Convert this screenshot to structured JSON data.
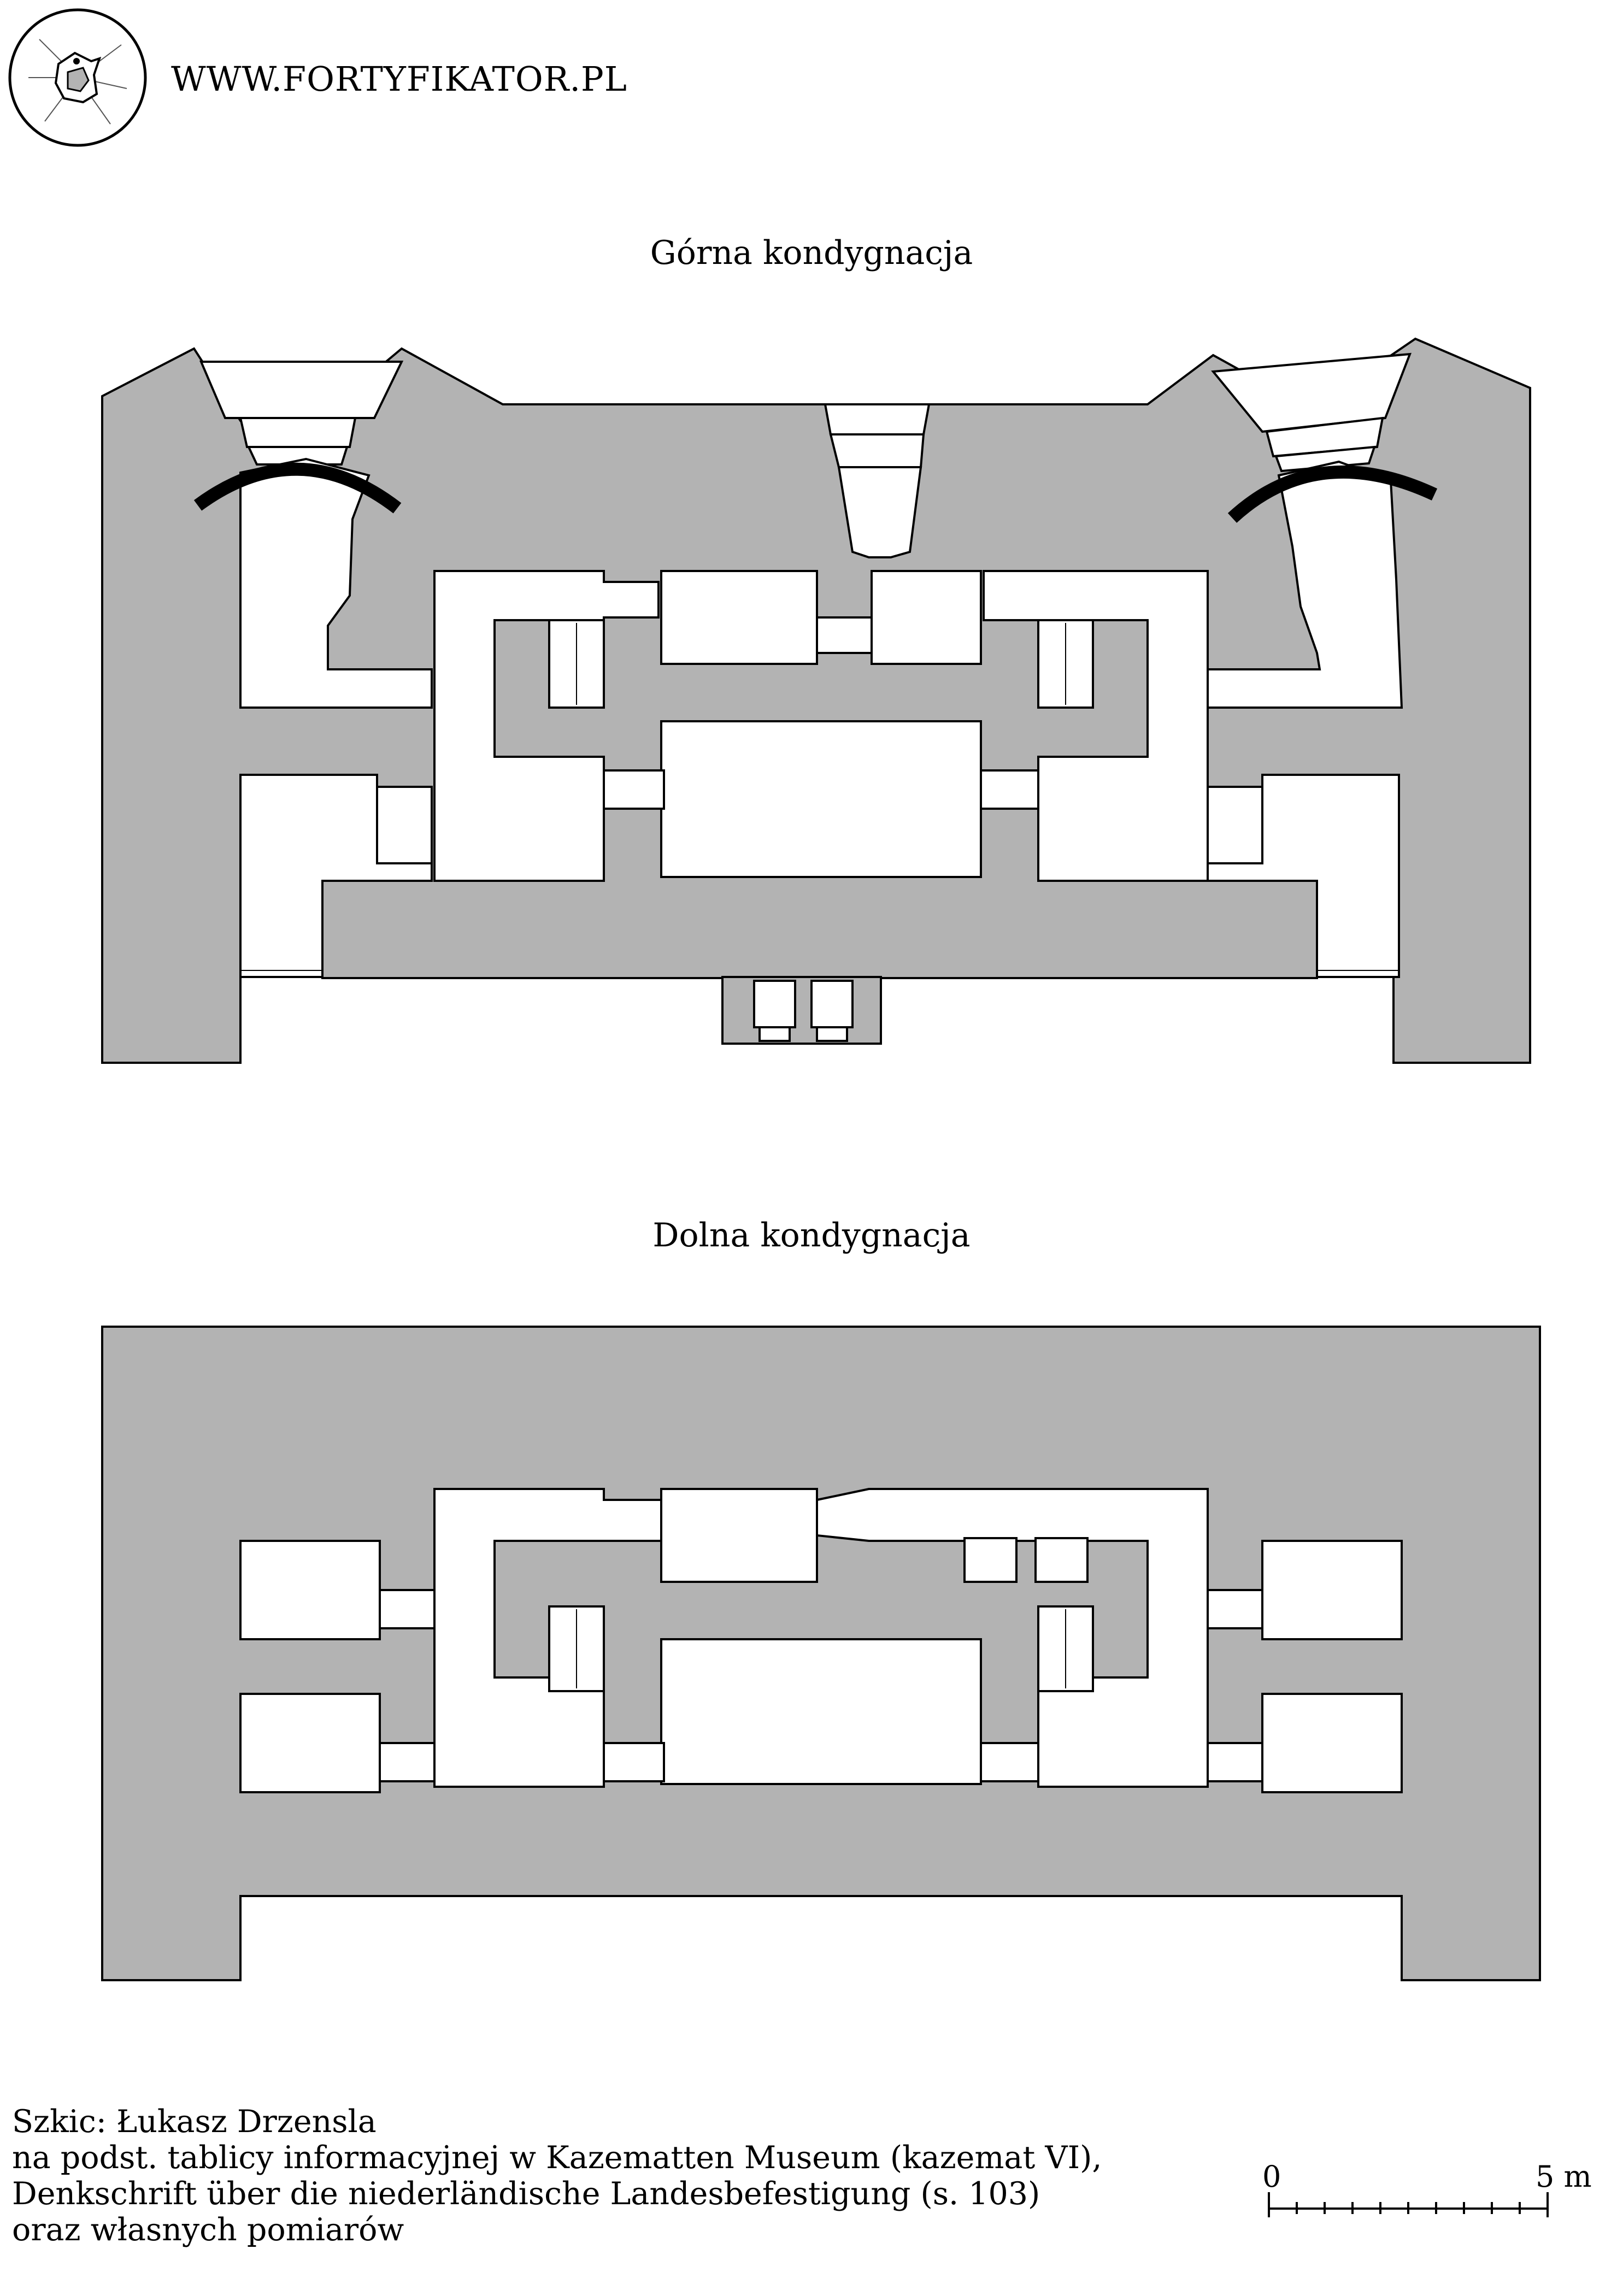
{
  "header": {
    "site": "WWW.FORTYFIKATOR.PL",
    "logo_icon": "fort-logo-icon"
  },
  "plans": {
    "upper_title": "Górna kondygnacja",
    "lower_title": "Dolna kondygnacja",
    "wall_color": "#b3b3b3",
    "room_color": "#ffffff",
    "line_color": "#000000"
  },
  "credits": {
    "line1": "Szkic: Łukasz Drzensla",
    "line2": "na podst. tablicy informacyjnej w Kazematten Museum (kazemat VI),",
    "line3": "Denkschrift über die niederländische Landesbefestigung (s. 103)",
    "line4": "oraz własnych pomiarów"
  },
  "scale": {
    "label_start": "0",
    "label_end": "5 m",
    "length_m": 5,
    "divisions": 5
  }
}
